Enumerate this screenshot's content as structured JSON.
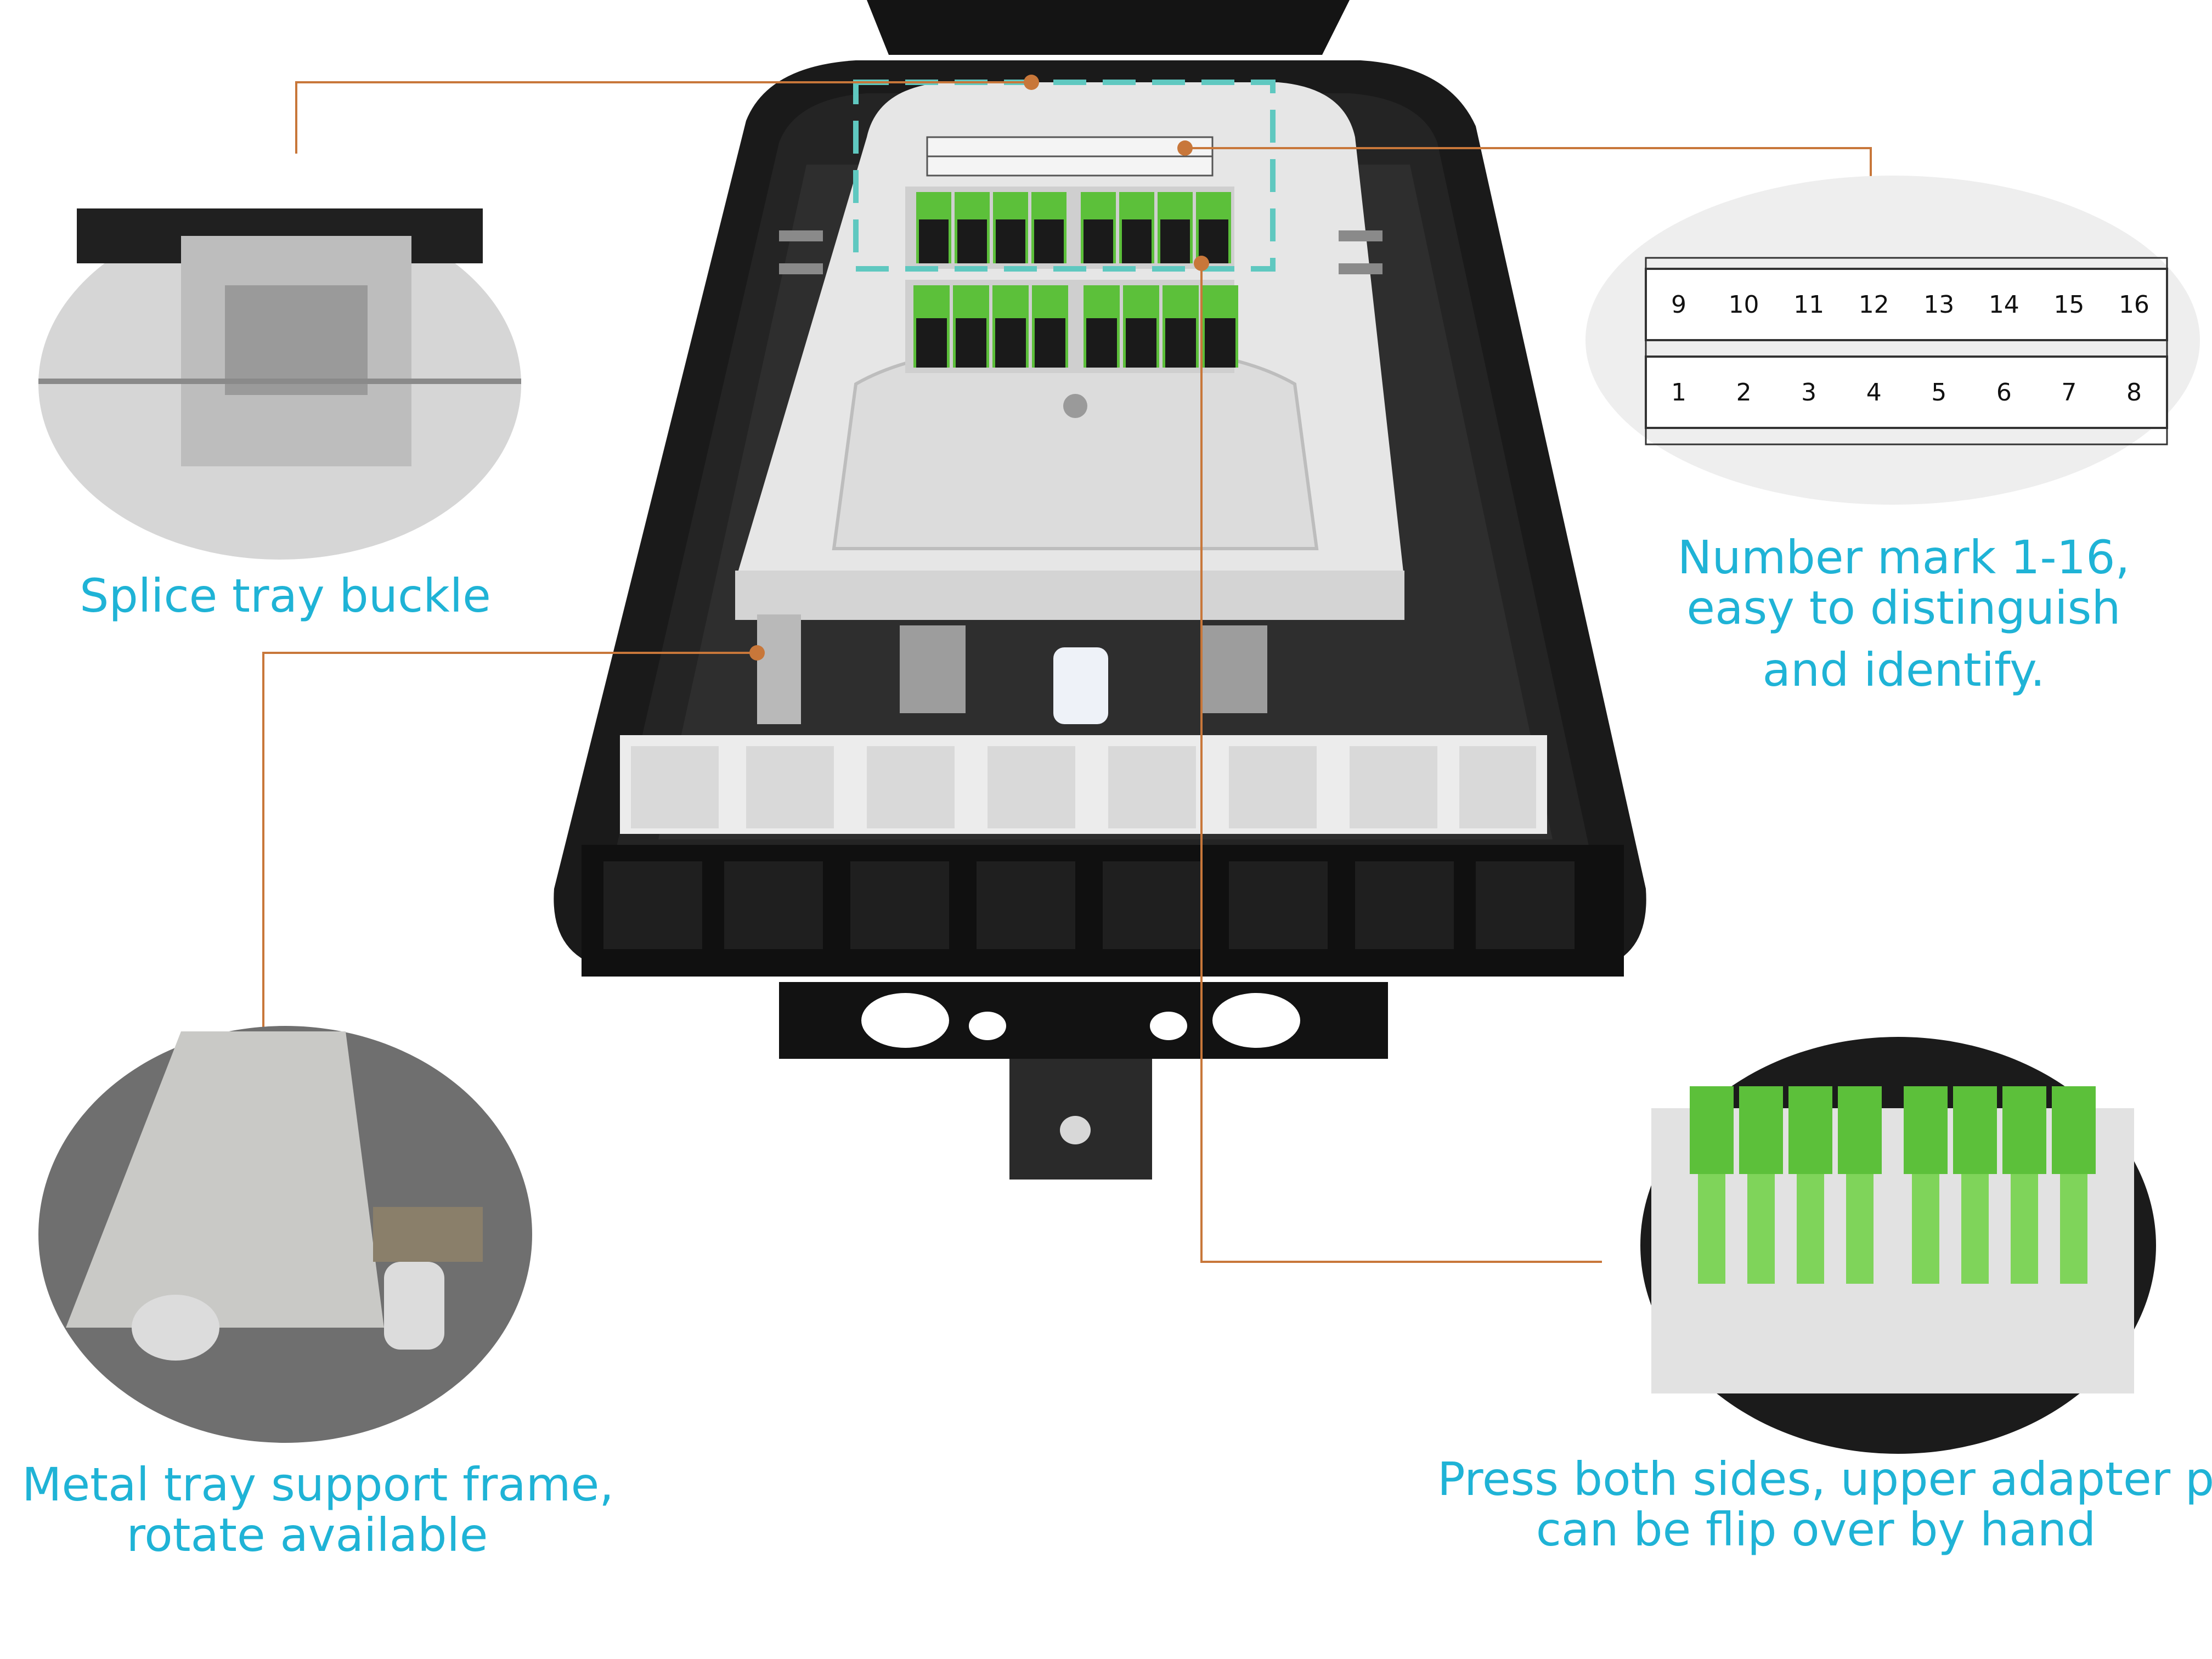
{
  "captions": {
    "splice_tray_buckle": "Splice tray buckle",
    "number_mark_line1": "Number mark 1-16,",
    "number_mark_line2": "easy to distinguish",
    "number_mark_line3": "and identify.",
    "metal_tray_line1": "Metal tray support frame,",
    "metal_tray_line2": "rotate available",
    "press_sides_line1": "Press both sides, upper adapter plate",
    "press_sides_line2": "can be flip over by hand"
  },
  "number_label": {
    "top_row": [
      "9",
      "10",
      "11",
      "12",
      "13",
      "14",
      "15",
      "16"
    ],
    "bottom_row": [
      "1",
      "2",
      "3",
      "4",
      "5",
      "6",
      "7",
      "8"
    ]
  },
  "colors": {
    "caption": "#1fb3d6",
    "leader_line": "#c8773a",
    "adapter_green": "#5cc03a",
    "enclosure": "#1a1a1a",
    "tray": "#e4e4e4",
    "highlight_box": "#5fc8c0"
  }
}
